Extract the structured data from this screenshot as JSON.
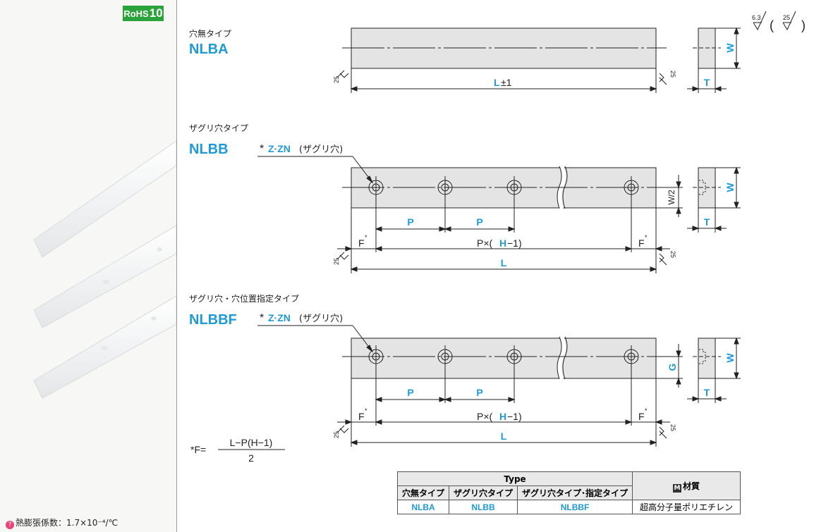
{
  "badge": {
    "rohs_text": "RoHS",
    "rohs_num": "10"
  },
  "note": {
    "text": "熱膨張係数：1.7×10⁻⁴/℃"
  },
  "surface": {
    "r1": "6.3",
    "r2": "25",
    "paren_open": "(",
    "paren_close": ")"
  },
  "types": [
    {
      "name": "穴無タイプ",
      "code": "NLBA"
    },
    {
      "name": "ザグリ穴タイプ",
      "code": "NLBB"
    },
    {
      "name": "ザグリ穴・穴位置指定タイプ",
      "code": "NLBBF"
    }
  ],
  "callout": {
    "star": "*",
    "zzn": "Z·ZN",
    "paren": "(ザグリ穴)"
  },
  "dims": {
    "L": "L",
    "pm": "±1",
    "W": "W",
    "T": "T",
    "P": "P",
    "F": "F",
    "star": "*",
    "PxH_pre": "P×(",
    "H": "H",
    "PxH_post": "−1)",
    "W2": "W/2",
    "G": "G",
    "rough": "25"
  },
  "formula": {
    "lhs": "*F=",
    "num": "L−P(H−1)",
    "den": "2"
  },
  "table": {
    "type_header": "Type",
    "material_header": "材質",
    "material_icon": "M",
    "col_headers": [
      "穴無タイプ",
      "ザグリ穴タイプ",
      "ザグリ穴タイプ･指定タイプ"
    ],
    "codes": [
      "NLBA",
      "NLBB",
      "NLBBF"
    ],
    "material": "超高分子量ポリエチレン"
  }
}
